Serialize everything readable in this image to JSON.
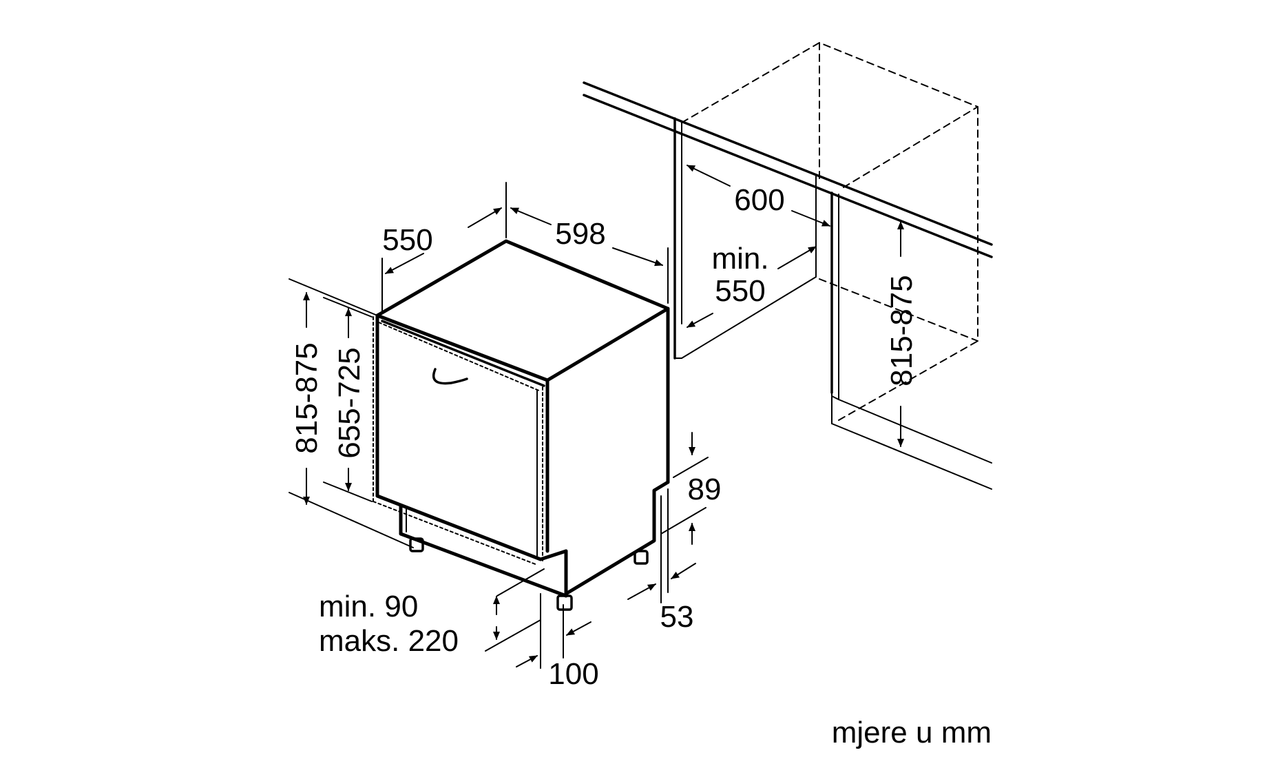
{
  "dimensions": {
    "depth": "550",
    "width": "598",
    "niche_width": "600",
    "niche_depth_line1": "min.",
    "niche_depth_line2": "550",
    "height_left": "815-875",
    "door_height": "655-725",
    "niche_height": "815-875",
    "plinth_top": "89",
    "plinth_side": "53",
    "plinth_front_line1": "min. 90",
    "plinth_front_line2": "maks. 220",
    "plinth_offset": "100"
  },
  "note": "mjere u mm"
}
